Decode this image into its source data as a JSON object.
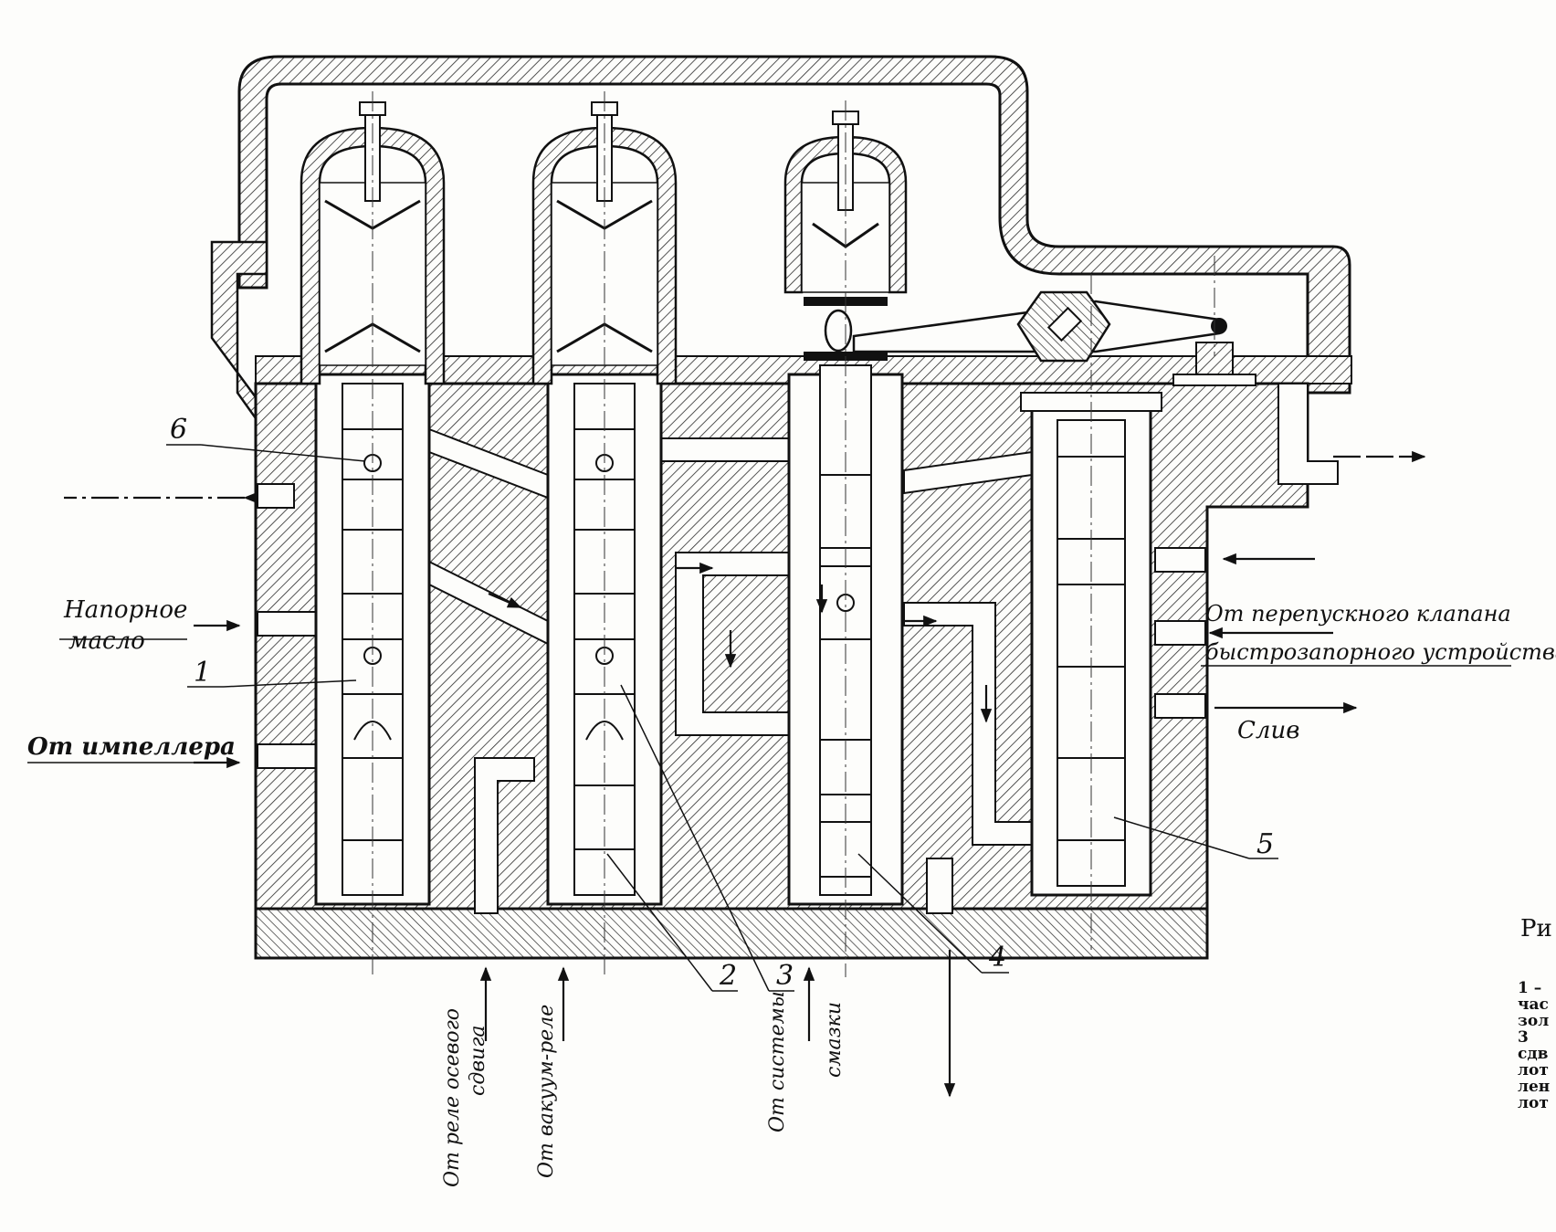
{
  "labels": {
    "pressure_oil_line1": "Напорное",
    "pressure_oil_line2": "масло",
    "from_impeller": "От импеллера",
    "from_bypass_line1": "От перепускного клапана",
    "from_bypass_line2": "быстрозапорного устройства",
    "drain": "Слив",
    "from_axial_relay_line1": "От реле осевого",
    "from_axial_relay_line2": "сдвига",
    "from_vacuum_relay": "От вакуум-реле",
    "from_lube_line1": "От системы",
    "from_lube_line2": "смазки"
  },
  "callouts": [
    "1",
    "2",
    "3",
    "4",
    "5",
    "6"
  ],
  "caption": {
    "title": "Ри",
    "lines": [
      "1 –",
      "час",
      "зол",
      "3",
      "сдв",
      "лот",
      "лен",
      "лот"
    ]
  },
  "colors": {
    "ink": "#1a1a1a",
    "paper": "#fdfdfb",
    "hatch": "#2a2a2a"
  }
}
